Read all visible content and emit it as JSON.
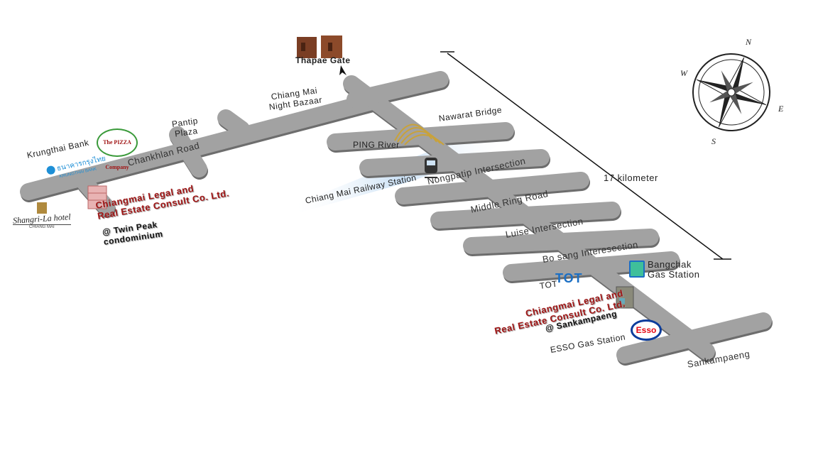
{
  "landmarks": {
    "thapae_gate": "Thapae Gate",
    "night_bazaar": "Chiang Mai\nNight Bazaar",
    "pantip": "Pantip\nPlaza",
    "krungthai": "Krungthai Bank",
    "krungthai_logo_thai": "ธนาคารกรุงไทย",
    "krungthai_logo_en": "KRUNGTHAI BANK",
    "pizza_logo": "The PIZZA Company",
    "shangrila": "Shangri-La hotel",
    "shangrila_sub": "CHIANG MAI",
    "ping_river": "PING River",
    "nawarat": "Nawarat Bridge",
    "railway": "Chiang Mai Railway Station",
    "bangchak": "Bangchak\nGas Station",
    "tot": "TOT",
    "tot_logo": "TOT",
    "esso": "ESSO Gas Station",
    "esso_logo": "Esso"
  },
  "roads": {
    "chankhlan": "Chankhlan Road",
    "nongpatip": "Nongpatip Intersection",
    "middle_ring": "Middle Ring Road",
    "luise": "Luise Intersection",
    "bosang": "Bo sang Interesection",
    "sankampaeng": "Sankampaeng"
  },
  "offices": {
    "office1_name": "Chiangmai Legal and\nReal Estate Consult Co. Ltd.",
    "office1_loc": "@ Twin Peak\ncondominium",
    "office2_name": "Chiangmai Legal and\nReal Estate Consult Co. Ltd.",
    "office2_loc": "@ Sankampaeng"
  },
  "scale": "17 kilometer",
  "compass": {
    "n": "N",
    "e": "E",
    "s": "S",
    "w": "W"
  },
  "colors": {
    "road": "#9b9b9b",
    "office_text": "#a01515",
    "river": "#cfe3f5",
    "tot_blue": "#1b6fc4",
    "esso_red": "#e30613",
    "esso_blue": "#0b3c9c"
  }
}
